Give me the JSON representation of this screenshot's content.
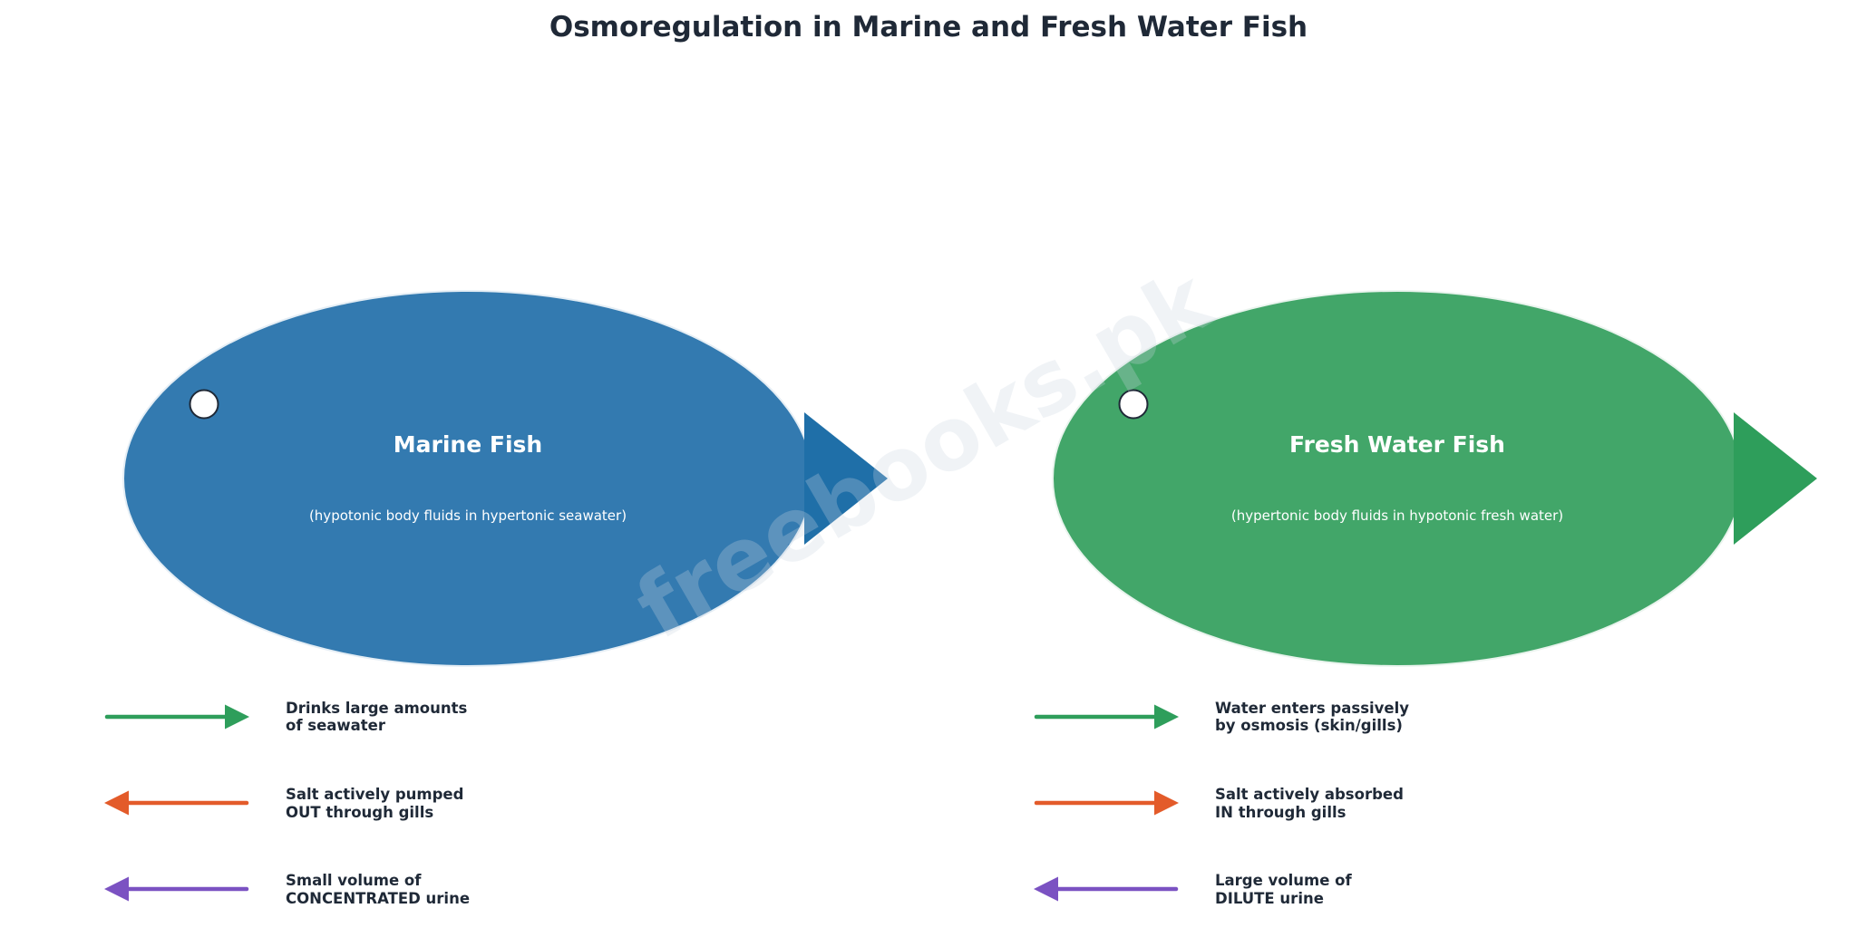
{
  "title": "Osmoregulation in Marine and Fresh Water Fish",
  "watermark": "freebooks.pk",
  "colors": {
    "text": "#1f2937",
    "marine_body": "#337ab0",
    "marine_tail": "#1f6fa8",
    "freshwater_body": "#42a669",
    "freshwater_tail": "#2e9e5b",
    "water_arrow": "#2e9e5b",
    "salt_arrow": "#e35b2a",
    "urine_arrow": "#7b52c2",
    "eye_fill": "#ffffff",
    "eye_stroke": "#1f2937"
  },
  "marine": {
    "name": "Marine Fish",
    "subtitle": "(hypotonic body fluids in hypertonic seawater)",
    "legend": [
      {
        "line1": "Drinks large amounts",
        "line2": "of seawater",
        "color": "water_arrow",
        "direction": "right"
      },
      {
        "line1": "Salt actively pumped",
        "line2": "OUT through gills",
        "color": "salt_arrow",
        "direction": "left"
      },
      {
        "line1": "Small volume of",
        "line2": "CONCENTRATED urine",
        "color": "urine_arrow",
        "direction": "left"
      }
    ]
  },
  "freshwater": {
    "name": "Fresh Water Fish",
    "subtitle": "(hypertonic body fluids in hypotonic fresh water)",
    "legend": [
      {
        "line1": "Water enters passively",
        "line2": "by osmosis (skin/gills)",
        "color": "water_arrow",
        "direction": "right"
      },
      {
        "line1": "Salt actively absorbed",
        "line2": "IN through gills",
        "color": "salt_arrow",
        "direction": "right"
      },
      {
        "line1": "Large volume of",
        "line2": "DILUTE urine",
        "color": "urine_arrow",
        "direction": "left"
      }
    ]
  }
}
